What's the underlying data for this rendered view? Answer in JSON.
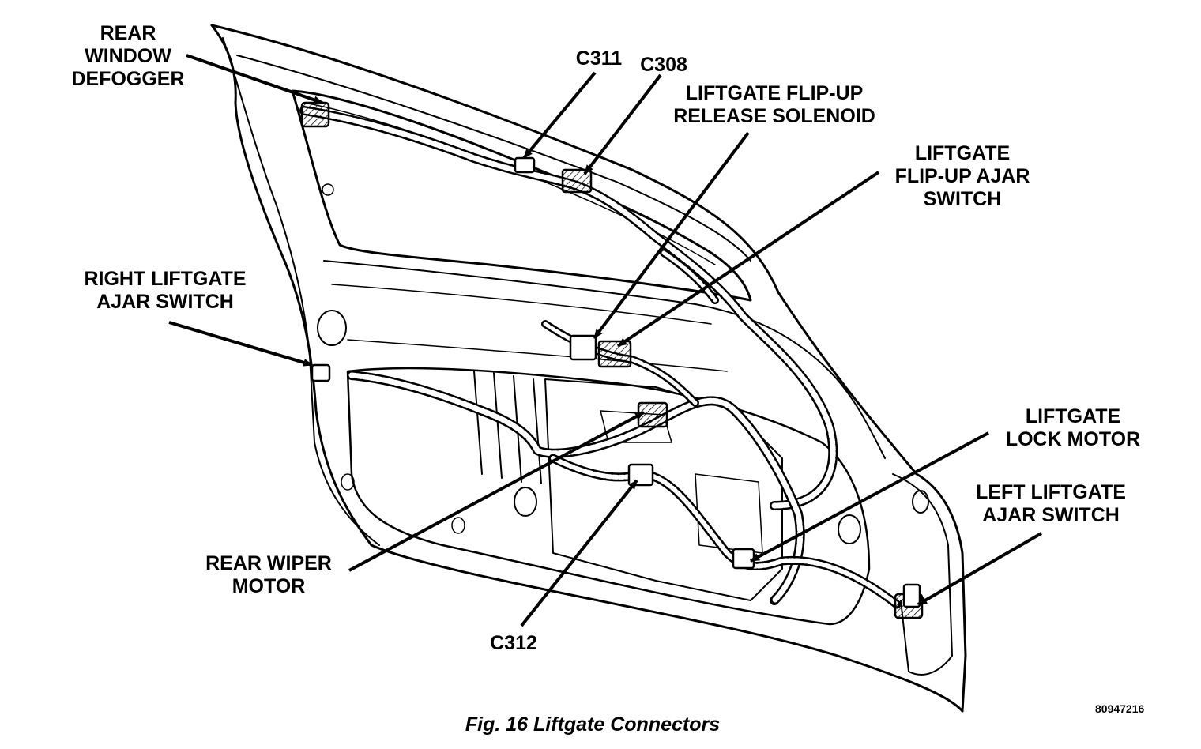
{
  "figure": {
    "caption": "Fig. 16 Liftgate Connectors",
    "figure_id": "80947216"
  },
  "labels": {
    "rear_window_defogger": [
      "REAR",
      "WINDOW",
      "DEFOGGER"
    ],
    "c311": [
      "C311"
    ],
    "c308": [
      "C308"
    ],
    "flipup_release_solenoid": [
      "LIFTGATE FLIP-UP",
      "RELEASE SOLENOID"
    ],
    "flipup_ajar_switch": [
      "LIFTGATE",
      "FLIP-UP AJAR",
      "SWITCH"
    ],
    "right_liftgate_ajar_switch": [
      "RIGHT LIFTGATE",
      "AJAR SWITCH"
    ],
    "liftgate_lock_motor": [
      "LIFTGATE",
      "LOCK MOTOR"
    ],
    "left_liftgate_ajar_switch": [
      "LEFT LIFTGATE",
      "AJAR SWITCH"
    ],
    "rear_wiper_motor": [
      "REAR WIPER",
      "MOTOR"
    ],
    "c312": [
      "C312"
    ]
  }
}
